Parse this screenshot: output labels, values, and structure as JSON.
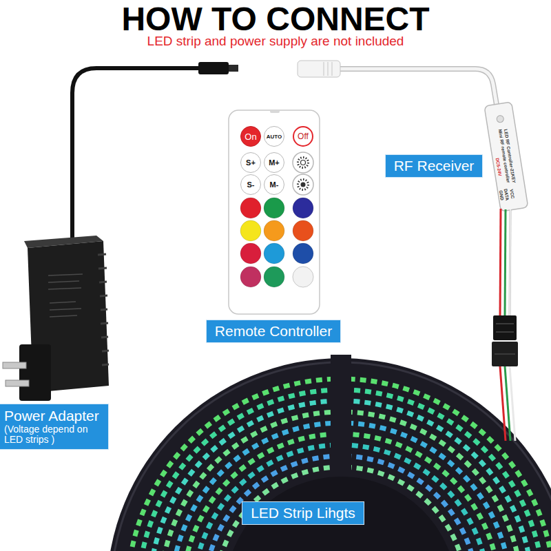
{
  "diagram": {
    "title": "HOW TO CONNECT",
    "nodes": [
      {
        "text": [
          "On"
        ]
      },
      {
        "text": [
          "AUTO"
        ]
      },
      {
        "text": [
          "Off"
        ]
      },
      {
        "text": [
          "S+"
        ]
      },
      {
        "text": [
          "M+"
        ]
      },
      {
        "text": [
          "S-"
        ]
      },
      {
        "text": [
          "M-"
        ]
      },
      {
        "text": [
          "RF Receiver"
        ]
      },
      {
        "text": [
          "Remote Controller"
        ]
      },
      {
        "text": [
          "Power Adapter",
          "(Voltage depend on LED strips )"
        ]
      },
      {
        "text": [
          "LED Strip Lihgts"
        ]
      }
    ],
    "labels": [
      "LED strip and power supply are not included",
      "DC5-24V",
      "Mini RF remote controller",
      "LED RF Controller-21KEY",
      "GND",
      "DATA",
      "VCC"
    ]
  }
}
